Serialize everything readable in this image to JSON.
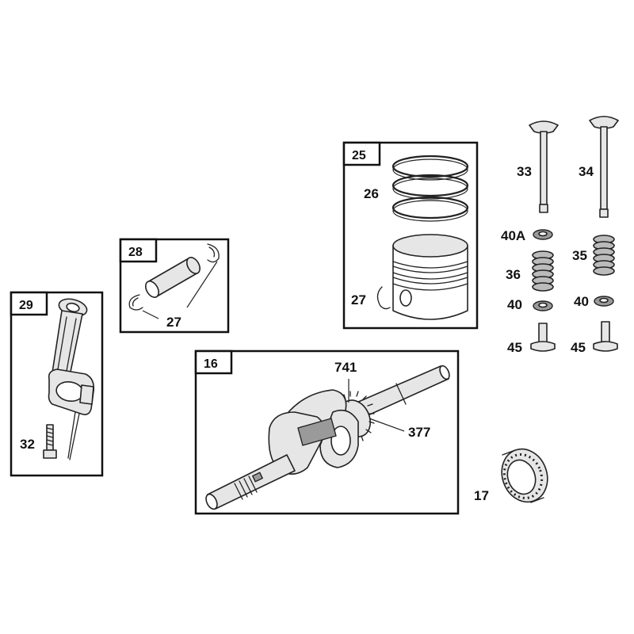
{
  "groups": {
    "g29": "29",
    "g28": "28",
    "g25": "25",
    "g16": "16"
  },
  "labels": {
    "p32": "32",
    "p27a": "27",
    "p26": "26",
    "p27b": "27",
    "p33": "33",
    "p34": "34",
    "p40A": "40A",
    "p36": "36",
    "p35": "35",
    "p40a": "40",
    "p40b": "40",
    "p45a": "45",
    "p45b": "45",
    "p741": "741",
    "p377": "377",
    "p17": "17"
  }
}
